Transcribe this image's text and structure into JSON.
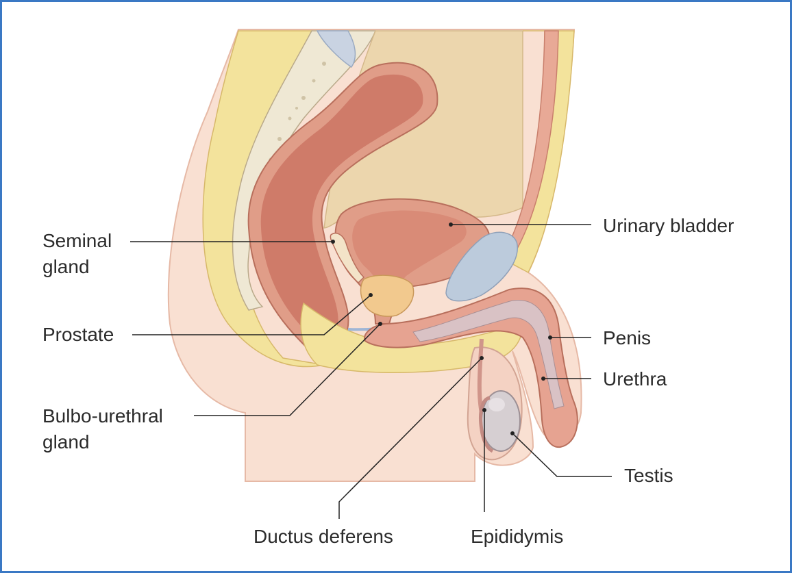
{
  "labels": {
    "seminal_gland": [
      "Seminal",
      "gland"
    ],
    "prostate": "Prostate",
    "bulbo_urethral_gland": [
      "Bulbo-urethral",
      "gland"
    ],
    "ductus_deferens": "Ductus deferens",
    "epididymis": "Epididymis",
    "urinary_bladder": "Urinary bladder",
    "penis": "Penis",
    "urethra": "Urethra",
    "testis": "Testis"
  },
  "colors": {
    "frame_border": "#3a78c4",
    "skin": "#f9e0d2",
    "fat": "#f3e39c",
    "muscle_wall": "#e09d88",
    "rectum_inner": "#cf7b69",
    "bladder_inner": "#d98b77",
    "bone": "#efe8d4",
    "pelvic_cavity": "#ecd6ad",
    "prostate": "#f2c98e",
    "symphysis": "#bccbdc",
    "erectile_tissue": "#d9c2c5",
    "testis": "#d6cfd2",
    "leader_line": "#222222"
  }
}
